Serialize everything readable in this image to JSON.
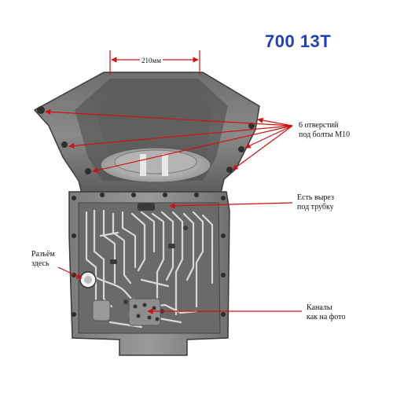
{
  "title": "700 13T",
  "dimension_label": "210мм",
  "callouts": {
    "bolts": [
      "6 отверстий",
      "под болты М10"
    ],
    "cutout": [
      "Есть вырез",
      "под трубку"
    ],
    "connector": [
      "Разъём",
      "здесь"
    ],
    "channels": [
      "Каналы",
      "как на фото"
    ]
  },
  "colors": {
    "title": "#1f3fbf",
    "arrow": "#d01010",
    "text": "#111111"
  }
}
